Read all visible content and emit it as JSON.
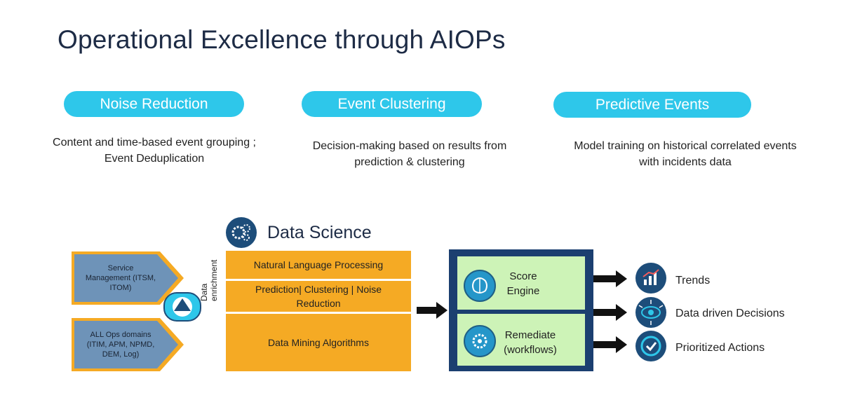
{
  "title": "Operational Excellence through AIOPs",
  "pillars": [
    {
      "label": "Noise Reduction",
      "desc_line1": "Content and time-based event grouping ;",
      "desc_line2": "Event Deduplication"
    },
    {
      "label": "Event Clustering",
      "desc_line1": "Decision-making based on results from",
      "desc_line2": "prediction & clustering"
    },
    {
      "label": "Predictive Events",
      "desc_line1": "Model training on historical correlated events",
      "desc_line2": "with incidents data"
    }
  ],
  "sources": [
    {
      "line1": "Service",
      "line2": "Management (ITSM,",
      "line3": "ITOM)"
    },
    {
      "line1": "ALL Ops domains",
      "line2": "(ITIM, APM, NPMD,",
      "line3": "DEM, Log)"
    }
  ],
  "enrichment_label_line1": "Data",
  "enrichment_label_line2": "enrichment",
  "data_science": {
    "title": "Data Science",
    "boxes": [
      "Natural Language Processing",
      "Prediction| Clustering | Noise Reduction",
      "Data Mining Algorithms"
    ]
  },
  "engine": {
    "score_line1": "Score",
    "score_line2": "Engine",
    "remediate_line1": "Remediate",
    "remediate_line2": "(workflows)"
  },
  "outputs": [
    {
      "label": "Trends",
      "icon": "trends-chart-icon"
    },
    {
      "label": "Data driven Decisions",
      "icon": "eye-network-icon"
    },
    {
      "label": "Prioritized Actions",
      "icon": "check-badge-icon"
    }
  ],
  "colors": {
    "pill": "#2ec7ea",
    "source_box": "#6e93b8",
    "source_arrow": "#f5aa24",
    "data_science": "#f5aa24",
    "engine_frame": "#1b3f70",
    "engine_fill": "#cdf3b7",
    "title": "#1d2b45"
  }
}
